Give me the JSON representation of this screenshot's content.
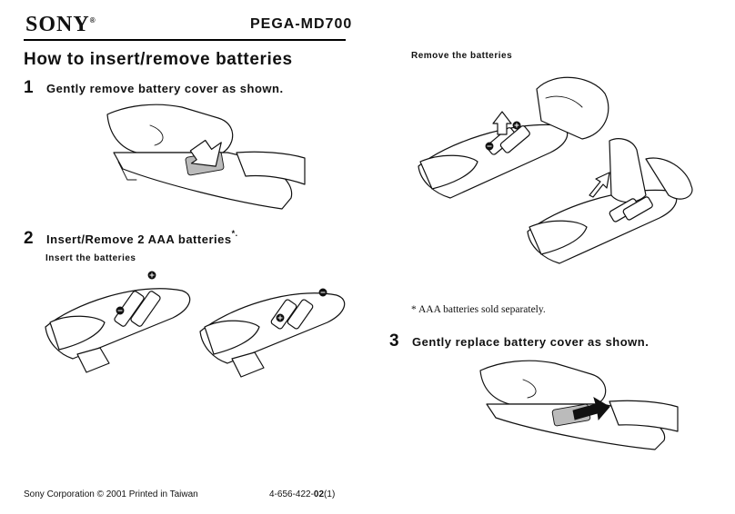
{
  "header": {
    "brand": "SONY",
    "registered_mark": "®",
    "model": "PEGA-MD700"
  },
  "title": "How to insert/remove batteries",
  "steps": [
    {
      "number": "1",
      "text": "Gently remove battery cover as shown."
    },
    {
      "number": "2",
      "text": "Insert/Remove 2 AAA batteries",
      "suffix": "*."
    },
    {
      "number": "3",
      "text": "Gently replace battery cover as shown."
    }
  ],
  "subheadings": {
    "insert": "Insert the batteries",
    "remove": "Remove the batteries"
  },
  "note": "* AAA batteries sold separately.",
  "footer": {
    "left": "Sony Corporation  © 2001  Printed in Taiwan",
    "code_prefix": "4-656-422-",
    "code_bold": "02",
    "code_suffix": "(1)"
  },
  "icons": [
    "hand-holding-device-icon",
    "battery-icon",
    "arrow-icon",
    "plus-sign-icon",
    "minus-sign-icon"
  ]
}
